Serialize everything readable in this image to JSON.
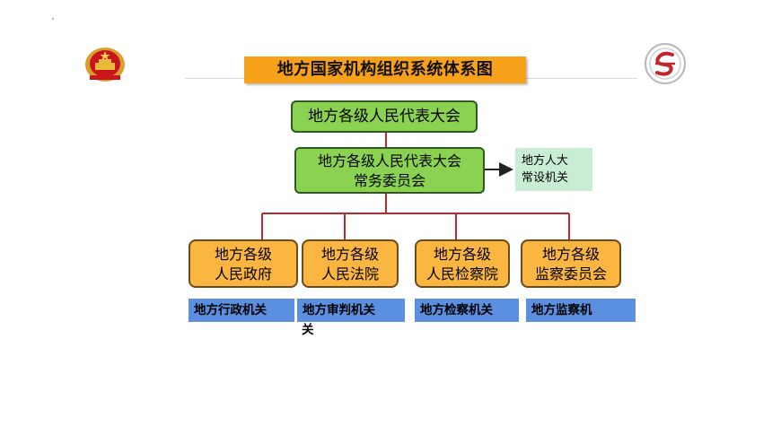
{
  "title": "地方国家机构组织系统体系图",
  "congress": "地方各级人民代表大会",
  "standing_committee": {
    "line1": "地方各级人民代表大会",
    "line2": "常务委员会"
  },
  "standing_body": {
    "line1": "地方人大",
    "line2": "常设机关"
  },
  "organs": [
    {
      "line1": "地方各级",
      "line2": "人民政府",
      "label": "地方行政机关"
    },
    {
      "line1": "地方各级",
      "line2": "人民法院",
      "label": "地方审判机关"
    },
    {
      "line1": "地方各级",
      "line2": "人民检察院",
      "label": "地方检察机关"
    },
    {
      "line1": "地方各级",
      "line2": "监察委员会",
      "label": "地方监察机"
    }
  ],
  "extra_text": "关",
  "colors": {
    "title_bg": "#f7a01a",
    "green_box": "#8bd252",
    "orange_box": "#fbb642",
    "blue_label": "#5b8fe0",
    "side_box": "#c9ecd4",
    "connector": "#c0272d"
  },
  "icons": [
    "national-emblem-icon",
    "school-logo-icon"
  ]
}
